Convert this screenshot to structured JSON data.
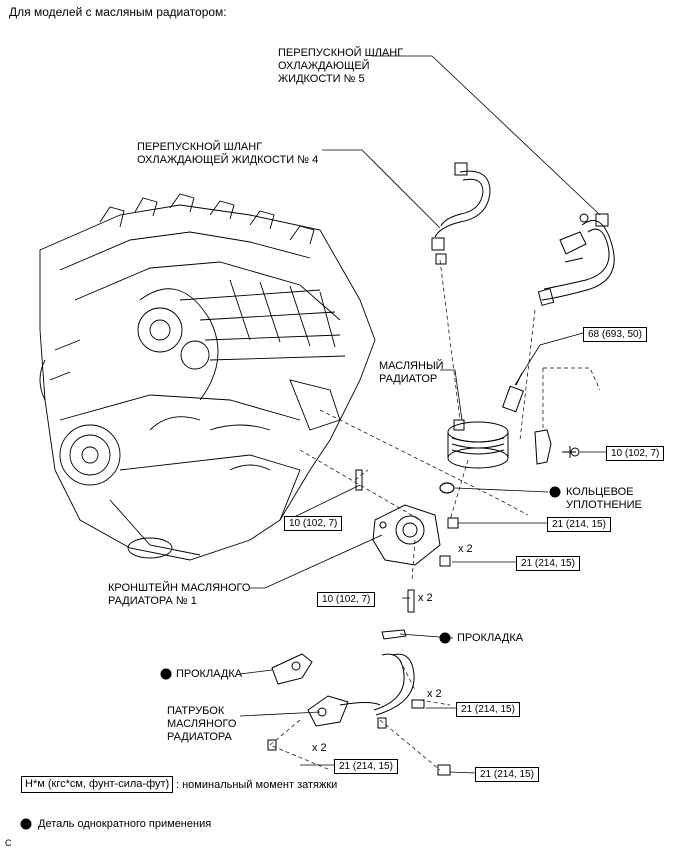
{
  "header": {
    "title": "Для моделей с масляным радиатором:"
  },
  "labels": {
    "bypass_hose_5": "ПЕРЕПУСКНОЙ ШЛАНГ\nОХЛАЖДАЮЩЕЙ\nЖИДКОСТИ № 5",
    "bypass_hose_4": "ПЕРЕПУСКНОЙ ШЛАНГ\nОХЛАЖДАЮЩЕЙ ЖИДКОСТИ № 4",
    "oil_cooler": "МАСЛЯНЫЙ\nРАДИАТОР",
    "o_ring": "КОЛЬЦЕВОЕ\nУПЛОТНЕНИЕ",
    "bracket": "КРОНШТЕЙН МАСЛЯНОГО\nРАДИАТОРА № 1",
    "gasket_right": "ПРОКЛАДКА",
    "gasket_left": "ПРОКЛАДКА",
    "pipe": "ПАТРУБОК\nМАСЛЯНОГО\nРАДИАТОРА"
  },
  "torque": {
    "t68": "68 (693, 50)",
    "t10_right": "10 (102, 7)",
    "t10_left": "10 (102, 7)",
    "t21_a": "21 (214, 15)",
    "t21_b": "21 (214, 15)",
    "t10_stud": "10 (102, 7)",
    "t21_c": "21 (214, 15)",
    "t21_d": "21 (214, 15)",
    "t21_e": "21 (214, 15)"
  },
  "multipliers": {
    "m1": "x 2",
    "m2": "x 2",
    "m3": "x 2",
    "m4": "x 2"
  },
  "legend": {
    "torque_unit": "Н*м (кгс*см, фунт-сила-фут)",
    "torque_desc": ": номинальный момент затяжки",
    "nonreusable": "Деталь однократного применения"
  },
  "footer": {
    "code": "C"
  }
}
